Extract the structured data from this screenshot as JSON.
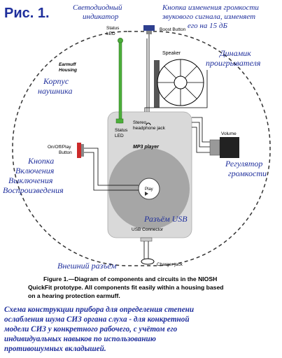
{
  "figure_label": "Рис. 1.",
  "labels_en": {
    "status_led_top": [
      "Status",
      "LED"
    ],
    "boost_button": "Boost Button",
    "earmuff_housing": [
      "Earmuff",
      "Housing"
    ],
    "speaker": "Speaker",
    "onoff_button": [
      "On/Off/Play",
      "Button"
    ],
    "stereo_jack": [
      "Stereo",
      "headphone jack"
    ],
    "status_led_board": [
      "Status",
      "LED"
    ],
    "mp3_player": "MP3 player",
    "volume": "Volume",
    "play": "Play",
    "usb_connector": "USB Connector",
    "charger_jack": "Charger jack"
  },
  "labels_ru": {
    "led_indicator": [
      "Светодиодный",
      "индикатор"
    ],
    "boost_button": [
      "Кнопка изменения громкости",
      "звукового сигнала, изменяет",
      "его на 15 дБ"
    ],
    "housing": [
      "Корпус",
      "наушника"
    ],
    "speaker": [
      "Динамик",
      "проигрывателя"
    ],
    "onoff_button": [
      "Кнопка",
      "Включения",
      "Выключения",
      "Воспроизведения"
    ],
    "volume": [
      "Регулятор",
      "громкости"
    ],
    "usb": "Разъём USB",
    "external_jack": "Внешний разъём"
  },
  "caption_en": [
    "Figure 1.—Diagram of components and circuits in the NIOSH",
    "QuickFit prototype. All components fit easily within a housing based",
    "on a hearing protection earmuff."
  ],
  "caption_ru": [
    "Схема конструкции прибора для определения степени",
    "ослабления шума СИЗ органа слуха - для конкретной",
    "модели СИЗ у конкретного рабочего, с учётом его",
    "индивидуальных навыков по использованию",
    "противошумных вкладышей."
  ],
  "colors": {
    "russian_text": "#1f2f9c",
    "board": "#d9d9d9",
    "disc": "#a6a6a6",
    "led": "#4caf3a",
    "boost_button": "#2e3f8f",
    "onoff_button": "#cc2a2a"
  }
}
